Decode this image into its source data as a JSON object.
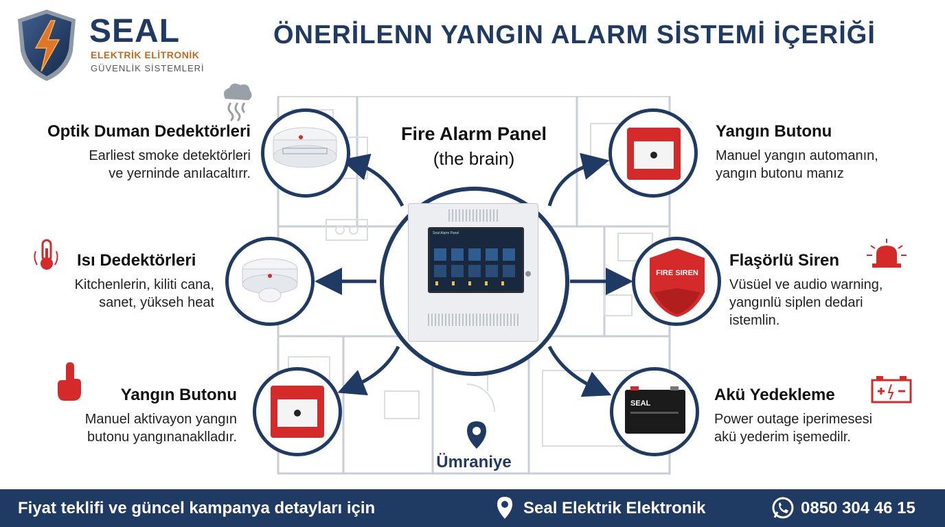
{
  "brand": {
    "name": "SEAL",
    "line1": "ELEKTRİK ELİTRONİK",
    "line2": "GÜVENLİK SİSTEMLERİ"
  },
  "title": "ÖNERİLENN YANGIN ALARM SİSTEMİ İÇERİĞİ",
  "panel": {
    "title": "Fire Alarm Panel",
    "subtitle": "(the brain)",
    "screen_header": "Seal Alarm Panel"
  },
  "features": {
    "smoke": {
      "title": "Optik Duman Dedektörleri",
      "desc1": "Earliest smoke detektörleri",
      "desc2": "ve yerninde anılacaltırr."
    },
    "heat": {
      "title": "Isı Dedektörleri",
      "desc1": "Kitchenlerin, kiliti cana,",
      "desc2": "sanet, yükseh heat"
    },
    "button_left": {
      "title": "Yangın Butonu",
      "desc1": "Manuel aktivayon yangın",
      "desc2": "butonu yangınanaklladır."
    },
    "button_right": {
      "title": "Yangın Butonu",
      "desc1": "Manuel yangın automanın,",
      "desc2": "yangın butonu manız"
    },
    "siren": {
      "title": "Flaşörlü Siren",
      "desc1": "Vüsüel ve audio warning,",
      "desc2": "yangınlü siplen dedari",
      "desc3": "istemlin.",
      "label": "FIRE SIREN"
    },
    "battery": {
      "title": "Akü Yedekleme",
      "desc1": "Power outage iperimesesi",
      "desc2": "akü yederim işemedilr.",
      "label": "SEAL"
    }
  },
  "location": "Ümraniye",
  "footer": {
    "cta": "Fiyat teklifi ve güncel kampanya detayları için",
    "company": "Seal Elektrik Elektronik",
    "phone": "0850 304 46 15"
  },
  "colors": {
    "navy": "#1f3a63",
    "red": "#d42a2a",
    "orange": "#c46a1f"
  }
}
